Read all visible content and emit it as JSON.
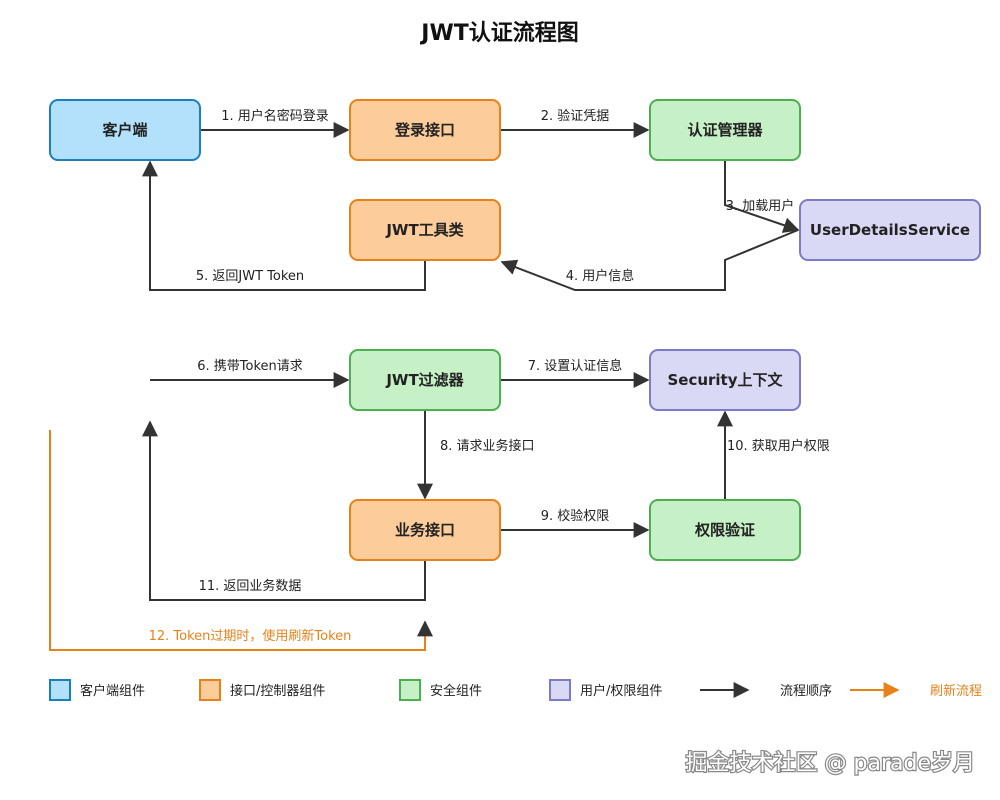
{
  "title": "JWT认证流程图",
  "colors": {
    "client": {
      "fill": "#b3e0fb",
      "stroke": "#1a7fba"
    },
    "interface": {
      "fill": "#fdcc9b",
      "stroke": "#e8811a"
    },
    "security": {
      "fill": "#c6f0c6",
      "stroke": "#4caf50"
    },
    "user": {
      "fill": "#d9d9f5",
      "stroke": "#7b7bc8"
    },
    "flow": "#333333",
    "refresh": "#e8811a"
  },
  "nodes": {
    "client": "客户端",
    "login_api": "登录接口",
    "auth_manager": "认证管理器",
    "jwt_util": "JWT工具类",
    "user_details_service": "UserDetailsService",
    "jwt_filter": "JWT过滤器",
    "security_context": "Security上下文",
    "business_api": "业务接口",
    "permission_check": "权限验证"
  },
  "edges": {
    "e1": "1. 用户名密码登录",
    "e2": "2. 验证凭据",
    "e3": "3. 加载用户",
    "e4": "4. 用户信息",
    "e5": "5. 返回JWT Token",
    "e6": "6. 携带Token请求",
    "e7": "7. 设置认证信息",
    "e8": "8. 请求业务接口",
    "e9": "9. 校验权限",
    "e10": "10. 获取用户权限",
    "e11": "11. 返回业务数据",
    "e12": "12. Token过期时，使用刷新Token"
  },
  "legend": {
    "client": "客户端组件",
    "interface": "接口/控制器组件",
    "security": "安全组件",
    "user": "用户/权限组件",
    "flow": "流程顺序",
    "refresh": "刷新流程"
  },
  "watermark": "掘金技术社区 @ parade岁月"
}
